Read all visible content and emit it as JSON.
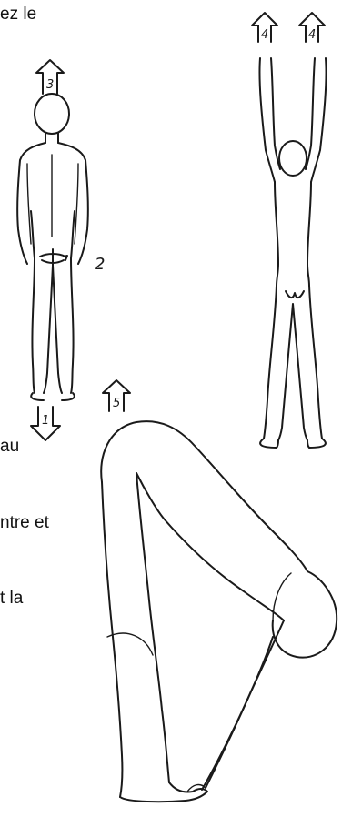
{
  "text_fragments": [
    "ez le",
    "au",
    "ntre et",
    "t la"
  ],
  "labels": {
    "step_1": "1",
    "step_2": "2",
    "step_3": "3",
    "step_4a": "4",
    "step_4b": "4",
    "step_5": "5"
  }
}
